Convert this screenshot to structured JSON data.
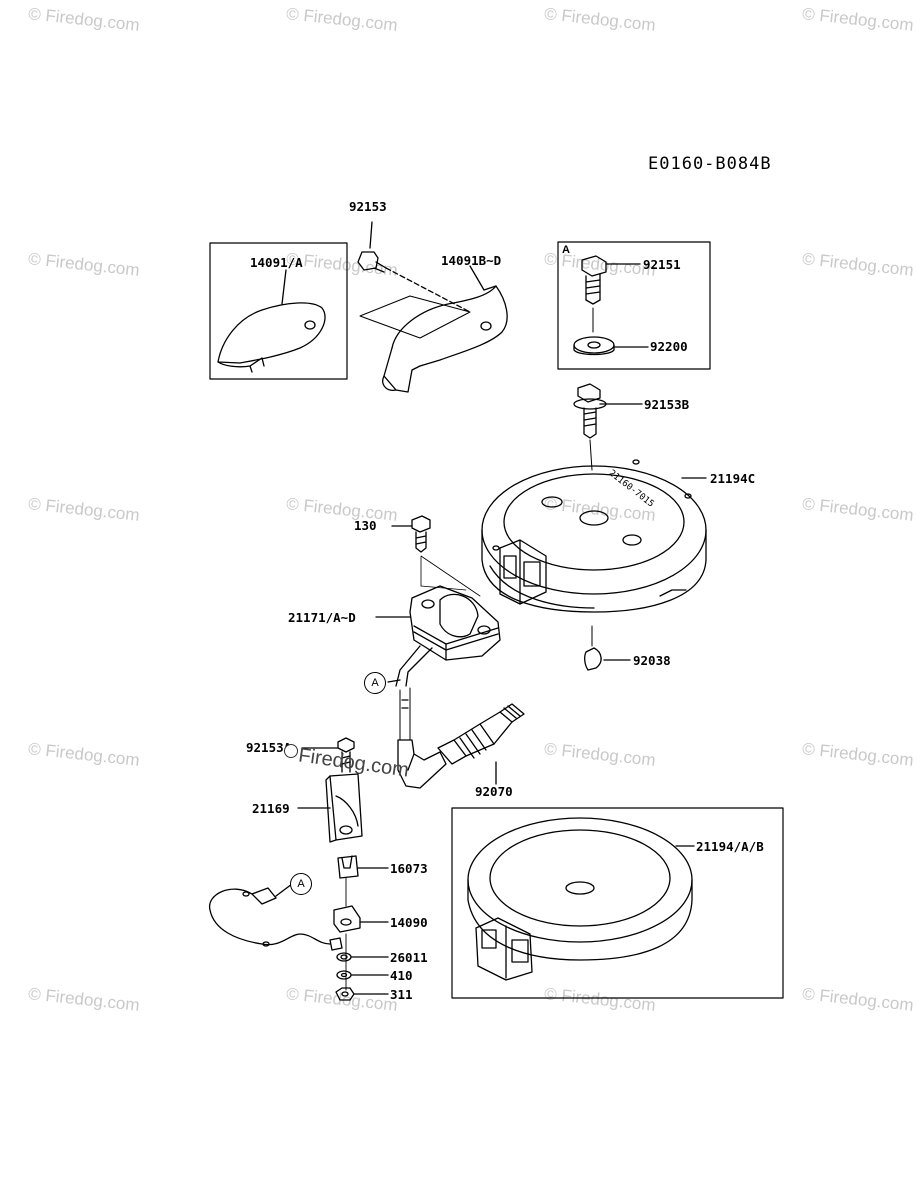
{
  "diagram_code": "E0160-B084B",
  "watermark_text": "© Firedog.com",
  "overlay_watermark": "Firedog.com",
  "box_label": "A",
  "callout_letter": "A",
  "parts": [
    {
      "id": "p92153",
      "label": "92153"
    },
    {
      "id": "p14091a",
      "label": "14091/A"
    },
    {
      "id": "p14091bd",
      "label": "14091B~D"
    },
    {
      "id": "p92151",
      "label": "92151"
    },
    {
      "id": "p92200",
      "label": "92200"
    },
    {
      "id": "p92153b",
      "label": "92153B"
    },
    {
      "id": "p21194c",
      "label": "21194C"
    },
    {
      "id": "p130",
      "label": "130"
    },
    {
      "id": "p21171",
      "label": "21171/A~D"
    },
    {
      "id": "p92038",
      "label": "92038"
    },
    {
      "id": "p92153a",
      "label": "92153A"
    },
    {
      "id": "p92070",
      "label": "92070"
    },
    {
      "id": "p21169",
      "label": "21169"
    },
    {
      "id": "p21194ab",
      "label": "21194/A/B"
    },
    {
      "id": "p16073",
      "label": "16073"
    },
    {
      "id": "p14090",
      "label": "14090"
    },
    {
      "id": "p26011",
      "label": "26011"
    },
    {
      "id": "p410",
      "label": "410"
    },
    {
      "id": "p311",
      "label": "311"
    }
  ],
  "flywheel_marking": "21160-7015"
}
